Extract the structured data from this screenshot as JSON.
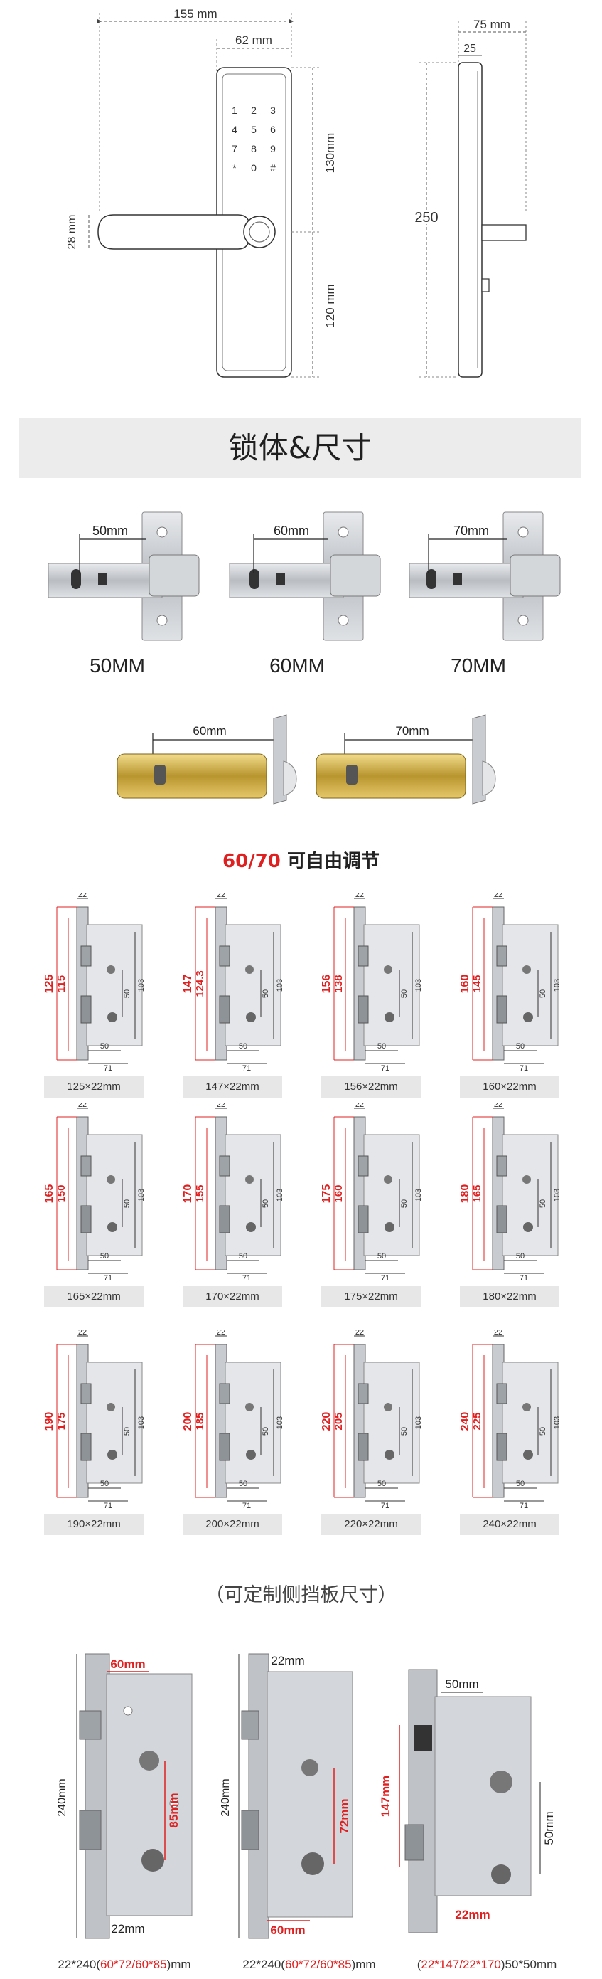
{
  "top_diagram": {
    "width_total": "155 mm",
    "width_panel": "62 mm",
    "height_upper": "130mm",
    "height_lower": "120 mm",
    "handle_height": "28 mm",
    "side_depth": "75 mm",
    "side_thickness": "25",
    "side_height": "250",
    "keys": [
      "1",
      "2",
      "3",
      "4",
      "5",
      "6",
      "7",
      "8",
      "9",
      "*",
      "0",
      "#"
    ]
  },
  "section_title": "锁体&尺寸",
  "latches": [
    {
      "dim": "50mm",
      "label": "50MM"
    },
    {
      "dim": "60mm",
      "label": "60MM"
    },
    {
      "dim": "70mm",
      "label": "70MM"
    }
  ],
  "tube_latches": [
    {
      "dim": "60mm"
    },
    {
      "dim": "70mm"
    }
  ],
  "adjust": {
    "highlight": "60/70",
    "text": " 可自由调节"
  },
  "plates": [
    {
      "total": "125",
      "inner": "115",
      "caption": "125×22mm"
    },
    {
      "total": "147",
      "inner": "124.3",
      "caption": "147×22mm"
    },
    {
      "total": "156",
      "inner": "138",
      "caption": "156×22mm"
    },
    {
      "total": "160",
      "inner": "145",
      "caption": "160×22mm"
    },
    {
      "total": "165",
      "inner": "150",
      "caption": "165×22mm"
    },
    {
      "total": "170",
      "inner": "155",
      "caption": "170×22mm"
    },
    {
      "total": "175",
      "inner": "160",
      "caption": "175×22mm"
    },
    {
      "total": "180",
      "inner": "165",
      "caption": "180×22mm"
    },
    {
      "total": "190",
      "inner": "175",
      "caption": "190×22mm"
    },
    {
      "total": "200",
      "inner": "185",
      "caption": "200×22mm"
    },
    {
      "total": "220",
      "inner": "205",
      "caption": "220×22mm"
    },
    {
      "total": "240",
      "inner": "225",
      "caption": "240×22mm"
    }
  ],
  "plate_fixed": {
    "top": "22",
    "right": "103",
    "mid": "50",
    "bottom1": "50",
    "bottom2": "71"
  },
  "custom_note": "（可定制侧挡板尺寸）",
  "mortise": [
    {
      "height": "240mm",
      "dim_a": "60mm",
      "dim_b": "85mm",
      "dim_c": "22mm",
      "cap_pre": "22*240(",
      "cap_red": "60*72/60*85",
      "cap_post": ")mm"
    },
    {
      "height": "240mm",
      "dim_a": "22mm",
      "dim_b": "72mm",
      "dim_c": "60mm",
      "cap_pre": "22*240(",
      "cap_red": "60*72/60*85",
      "cap_post": ")mm"
    },
    {
      "height": "147mm",
      "dim_a": "50mm",
      "dim_b": "50mm",
      "dim_c": "22mm",
      "cap_pre": "(",
      "cap_red": "22*147/22*170",
      "cap_post": ")50*50mm"
    }
  ],
  "colors": {
    "accent_red": "#e02020",
    "band": "#ececec",
    "steel": "#c9ccd0"
  }
}
